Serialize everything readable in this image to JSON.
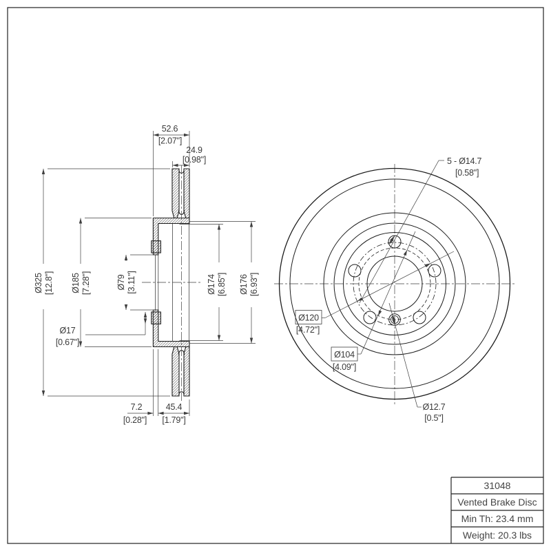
{
  "drawing": {
    "background_color": "#ffffff",
    "line_color": "#1c1c1c",
    "dim_color": "#3a3a3a"
  },
  "title_block": {
    "part_number": "31048",
    "part_name": "Vented Brake Disc",
    "min_thickness": "Min Th: 23.4 mm",
    "weight": "Weight: 20.3 lbs"
  },
  "section_view": {
    "overall_width_mm": "52.6",
    "overall_width_in": "[2.07\"]",
    "rotor_thickness_mm": "24.9",
    "rotor_thickness_in": "[0.98\"]",
    "outer_diameter_mm": "Ø325",
    "outer_diameter_in": "[12.8\"]",
    "hat_flange_diameter_mm": "Ø185",
    "hat_flange_diameter_in": "[7.28\"]",
    "center_bore_mm": "Ø79",
    "center_bore_in": "[3.11\"]",
    "step_diameter_mm": "Ø17",
    "step_diameter_in": "[0.67\"]",
    "inner_braking_diameter_mm": "Ø174",
    "inner_braking_diameter_in": "[6.85\"]",
    "outer_braking_diameter_mm": "Ø176",
    "outer_braking_diameter_in": "[6.93\"]",
    "hat_wall_thickness_mm": "7.2",
    "hat_wall_thickness_in": "[0.28\"]",
    "hat_depth_mm": "45.4",
    "hat_depth_in": "[1.79\"]"
  },
  "front_view": {
    "bolt_holes_mm": "5 - Ø14.7",
    "bolt_holes_in": "[0.58\"]",
    "bolt_circle_mm": "Ø120",
    "bolt_circle_in": "[4.72\"]",
    "secondary_circle_mm": "Ø104",
    "secondary_circle_in": "[4.09\"]",
    "set_screw_hole_mm": "Ø12.7",
    "set_screw_hole_in": "[0.5\"]"
  }
}
